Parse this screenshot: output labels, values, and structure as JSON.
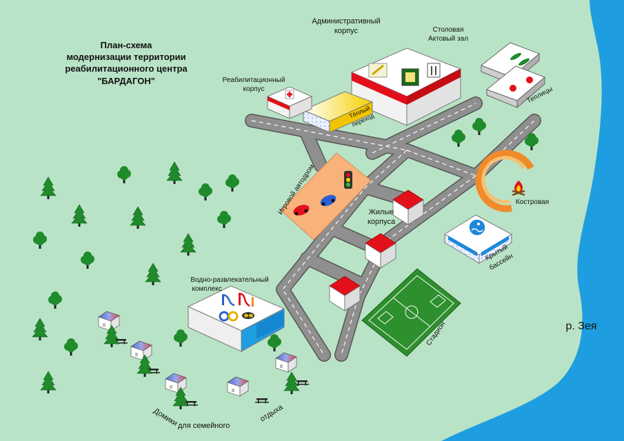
{
  "title": {
    "line1": "План-схема",
    "line2": "модернизации территории",
    "line3": "реабилитационного центра",
    "line4": "\"БАРДАГОН\""
  },
  "labels": {
    "admin_line1": "Административный",
    "admin_line2": "корпус",
    "canteen_line1": "Столовая",
    "canteen_line2": "Актовый зал",
    "rehab_line1": "Реабилитационный",
    "rehab_line2": "корпус",
    "warm_line1": "Тёплый",
    "warm_line2": "переход",
    "greenhouses": "Теплицы",
    "autodrome": "Игровой автодром",
    "residential_line1": "Жилые",
    "residential_line2": "корпуса",
    "campfire": "Костровая",
    "pool_line1": "Крытый",
    "pool_line2": "бассейн",
    "water_line1": "Водно-развлекательный",
    "water_line2": "комплекс",
    "stadium": "Стадион",
    "river": "р. Зея",
    "houses_1": "Домики",
    "houses_2": "для семейного",
    "houses_3": "отдыха"
  },
  "colors": {
    "ground": "#b9e3c6",
    "river": "#1e9ee0",
    "road": "#8f8f8f",
    "road_edge": "#555555",
    "road_dash": "#ffffff",
    "autodrome": "#f9b27a",
    "roof_red": "#e3101b",
    "stadium": "#2e8f2e",
    "campfire_outer": "#f08b2a",
    "pool_blue": "#1e88d8",
    "tree_green": "#1f8b2b"
  }
}
